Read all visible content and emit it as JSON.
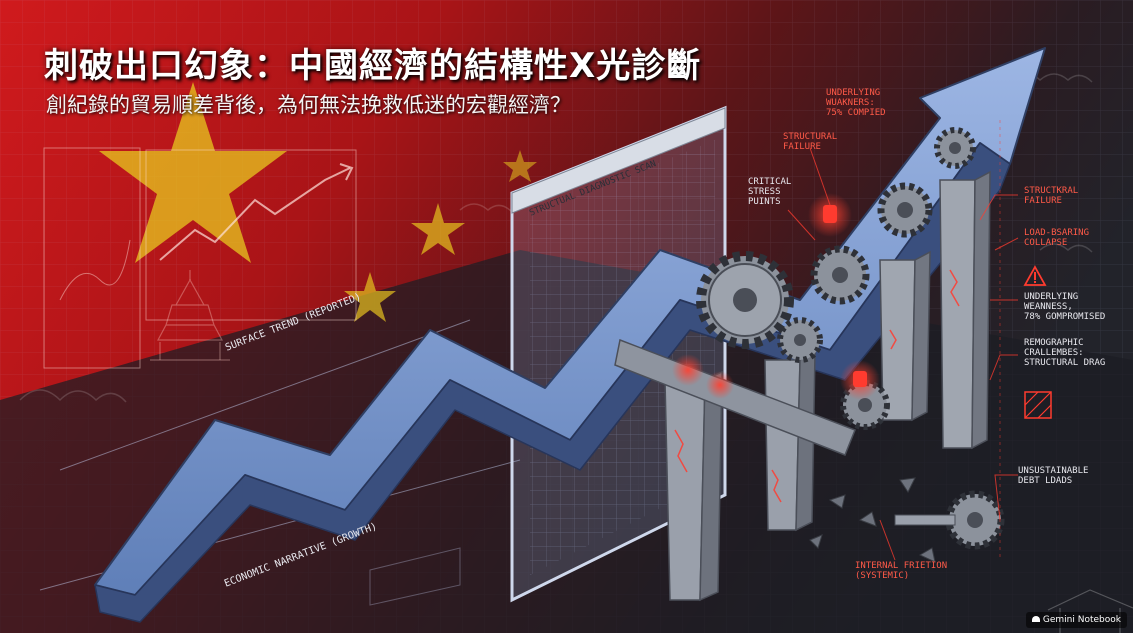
{
  "header": {
    "title": "刺破出口幻象：中國經濟的結構性X光診斷",
    "subtitle": "創紀錄的貿易順差背後，為何無法挽救低迷的宏觀經濟？"
  },
  "annotations": {
    "surface_trend": "SURFACE TREND (REPORTED)",
    "economic_narrative": "ECONOMIC NARRATIVE (GROWTH)",
    "scan_panel": "STRUCTUAL DIAGNOSTIC SCAN",
    "underlying_top": [
      "UNDERLYING",
      "WUAKNERS:",
      "75% COMPIED"
    ],
    "structural_failure_left": [
      "STRUCTURAL",
      "FAILURE"
    ],
    "critical_stress": [
      "CRITICAL",
      "STRESS",
      "PUINTS"
    ],
    "structural_failure_right": [
      "STRUCTKRAL",
      "FAILURE"
    ],
    "load_bearing": [
      "LOAD-BSARING",
      "COLLAPSE"
    ],
    "underlying_weakness": [
      "UNDERLYING",
      "WEANNESS,",
      "78% GOMPROMISED"
    ],
    "demographic": [
      "REMOGRAPHIC",
      "CRALLEMBES:",
      "STRUCTURAL DRAG"
    ],
    "unsustainable": [
      "UNSUSTAINABLE",
      "DEBT LDADS"
    ],
    "internal_friction": [
      "INTERNAL FRIETION",
      "(SYSTEMIC)"
    ]
  },
  "badge": {
    "label": "Gemini Notebook"
  },
  "colors": {
    "flag_red": "#b8141a",
    "star_yellow": "#e6c21f",
    "arrow_blue": "#7a99d0",
    "alert_red": "#ff3b2f",
    "dark_bg": "#1b1c22"
  }
}
